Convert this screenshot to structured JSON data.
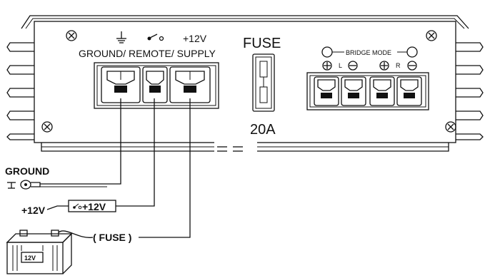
{
  "power_terminal": {
    "ground_symbol": "⏚",
    "remote_symbol": "o-o",
    "supply_label": "+12V",
    "caption": "GROUND/ REMOTE/ SUPPLY"
  },
  "fuse": {
    "title": "FUSE",
    "rating": "20A"
  },
  "speaker_terminal": {
    "bridge_mode_label": "BRIDGE MODE",
    "left_label": "L",
    "right_label": "R"
  },
  "wiring": {
    "ground_label": "GROUND",
    "remote_source_label": "+12V",
    "remote_switch_label": "+12V",
    "inline_fuse_label": "( FUSE )",
    "battery_label": "12V"
  },
  "icons": [
    "screw-icon",
    "ground-icon",
    "switch-icon",
    "plus-icon",
    "minus-icon"
  ]
}
